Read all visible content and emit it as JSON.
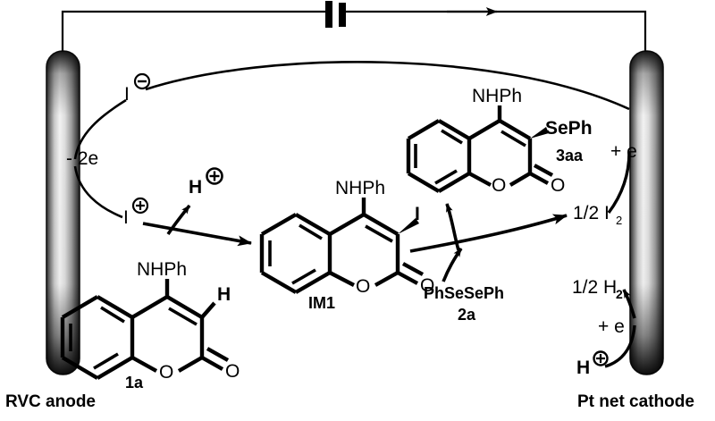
{
  "figure": {
    "type": "reaction-mechanism-scheme",
    "title": "Proposed electrochemical mechanism for selenylation of 4-anilinocoumarin",
    "background_color": "#ffffff",
    "line_color": "#000000"
  },
  "electrodes": {
    "anode": {
      "label": "RVC anode",
      "position": "left",
      "appearance": "vertical rounded metallic rod with grey gradient"
    },
    "cathode": {
      "label": "Pt net cathode",
      "position": "right",
      "appearance": "vertical rounded metallic rod with grey gradient"
    }
  },
  "circuit": {
    "power_source_symbol": "battery",
    "current_arrow": "arrowhead pointing right on top wire",
    "wire_path": "top wire connecting anode top to cathode top through battery"
  },
  "anode_side": {
    "electron_label": "- 2e",
    "iodide": {
      "symbol": "I",
      "charge": "⊖",
      "charge_name": "minus-circle"
    },
    "iodonium": {
      "symbol": "I",
      "charge": "⊕",
      "charge_name": "plus-circle"
    },
    "proton": {
      "symbol": "H",
      "charge": "⊕",
      "charge_name": "plus-circle"
    }
  },
  "cathode_side": {
    "electron_label_upper": "+ e",
    "electron_label_lower": "+ e",
    "iodine": {
      "formula": "1/2 I",
      "subscript": "2"
    },
    "hydrogen": {
      "formula": "1/2 H",
      "subscript": "2"
    },
    "proton": {
      "symbol": "H",
      "charge": "⊕",
      "charge_name": "plus-circle"
    }
  },
  "molecules": [
    {
      "id": "1a",
      "label": "1a",
      "substituent_top": "NHPh",
      "substituent_right": "H",
      "ring_oxygen": "O",
      "carbonyl_oxygen": "O",
      "core": "coumarin",
      "position": "bottom-left"
    },
    {
      "id": "IM1",
      "label": "IM1",
      "substituent_top": "NHPh",
      "substituent_right": "I",
      "ring_oxygen": "O",
      "carbonyl_oxygen": "O",
      "core": "coumarin",
      "position": "center"
    },
    {
      "id": "3aa",
      "label": "3aa",
      "substituent_top": "NHPh",
      "substituent_right": "SePh",
      "ring_oxygen": "O",
      "carbonyl_oxygen": "O",
      "core": "coumarin",
      "position": "top-right"
    }
  ],
  "reagent": {
    "formula": "PhSeSePh",
    "label": "2a"
  },
  "chart_data": {
    "type": "diagram",
    "title": "Electrochemical selenylation catalytic cycle",
    "nodes": [
      "RVC anode",
      "Pt net cathode",
      "I⊖",
      "I⊕",
      "H⊕",
      "1a",
      "IM1",
      "3aa",
      "PhSeSePh 2a",
      "1/2 I2",
      "1/2 H2"
    ],
    "edges": [
      {
        "from": "I⊖",
        "to": "RVC anode",
        "label": "- 2e"
      },
      {
        "from": "RVC anode",
        "to": "I⊕",
        "label": "- 2e"
      },
      {
        "from": "1a",
        "to": "IM1",
        "label": "I⊕, -H⊕"
      },
      {
        "from": "IM1",
        "to": "3aa",
        "label": "PhSeSePh 2a"
      },
      {
        "from": "IM1",
        "to": "1/2 I2",
        "label": ""
      },
      {
        "from": "1/2 I2",
        "to": "Pt net cathode",
        "label": "+ e"
      },
      {
        "from": "Pt net cathode",
        "to": "I⊖",
        "label": "+ e"
      },
      {
        "from": "H⊕",
        "to": "Pt net cathode",
        "label": "+ e"
      },
      {
        "from": "Pt net cathode",
        "to": "1/2 H2",
        "label": "+ e"
      }
    ]
  }
}
